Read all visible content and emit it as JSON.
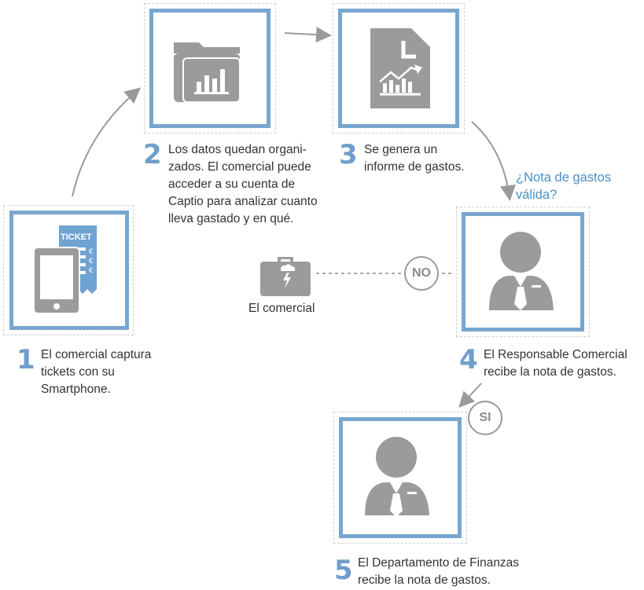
{
  "steps": [
    {
      "number": "1",
      "text_lines": [
        "El comercial captura",
        "tickets con su",
        "Smartphone."
      ],
      "icon": "smartphone-ticket-icon"
    },
    {
      "number": "2",
      "text_lines": [
        "Los datos quedan organi-",
        "zados. El comercial puede",
        "acceder a su cuenta de",
        "Captio para analizar cuanto",
        "lleva gastado y en qué."
      ],
      "icon": "folder-chart-icon"
    },
    {
      "number": "3",
      "text_lines": [
        "Se genera un",
        "informe de gastos."
      ],
      "icon": "report-chart-icon"
    },
    {
      "number": "4",
      "text_lines": [
        "El Responsable Comercial",
        "recibe la nota de gastos."
      ],
      "icon": "manager-icon"
    },
    {
      "number": "5",
      "text_lines": [
        "El Departamento de Finanzas",
        "recibe la nota de gastos."
      ],
      "icon": "finance-person-icon"
    }
  ],
  "question_lines": [
    "¿Nota de gastos",
    "válida?"
  ],
  "no_label": "NO",
  "si_label": "SI",
  "comercial_label": "El comercial",
  "ticket_label": "TICKET",
  "colors": {
    "frame": "#79a6cf",
    "number": "#6f9fcc",
    "question": "#4a8fc0",
    "icon": "#9b9b9b"
  }
}
